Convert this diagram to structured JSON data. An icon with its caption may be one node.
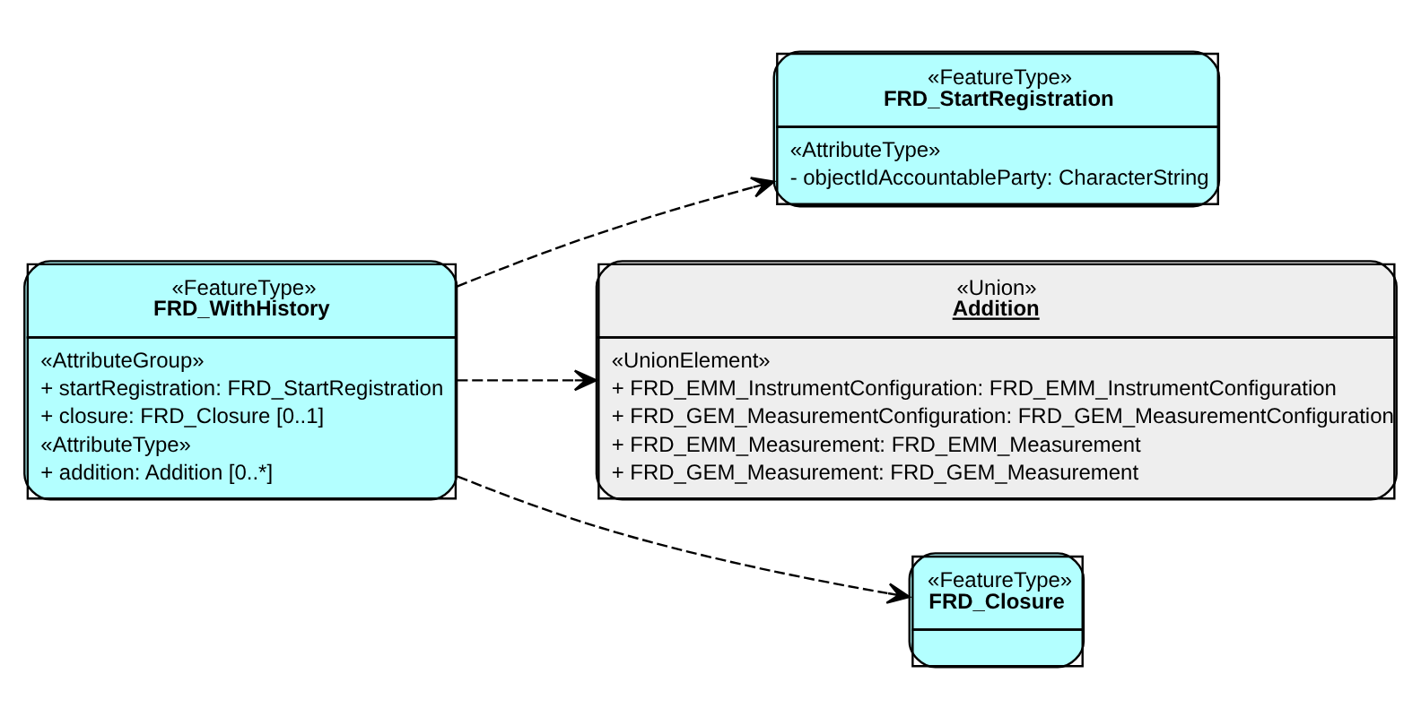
{
  "diagram": {
    "nodes": [
      {
        "text": [
          "«FeatureType»",
          "FRD_WithHistory",
          "«AttributeGroup»",
          "+ startRegistration: FRD_StartRegistration",
          "+ closure: FRD_Closure [0..1]",
          "«AttributeType»",
          "+ addition: Addition [0..*]"
        ]
      },
      {
        "text": [
          "«FeatureType»",
          "FRD_StartRegistration",
          "«AttributeType»",
          "- objectIdAccountableParty: CharacterString"
        ]
      },
      {
        "text": [
          "«Union»",
          "Addition",
          "«UnionElement»",
          "+ FRD_EMM_InstrumentConfiguration: FRD_EMM_InstrumentConfiguration",
          "+ FRD_GEM_MeasurementConfiguration: FRD_GEM_MeasurementConfiguration",
          "+ FRD_EMM_Measurement: FRD_EMM_Measurement",
          "+ FRD_GEM_Measurement: FRD_GEM_Measurement"
        ]
      },
      {
        "text": [
          "«FeatureType»",
          "FRD_Closure"
        ]
      }
    ],
    "edges": [
      {
        "from": 0,
        "to": 1,
        "arrow": "to",
        "style": "dashed"
      },
      {
        "from": 0,
        "to": 2,
        "arrow": "to",
        "style": "dashed"
      },
      {
        "from": 0,
        "to": 3,
        "arrow": "to",
        "style": "dashed"
      }
    ]
  }
}
